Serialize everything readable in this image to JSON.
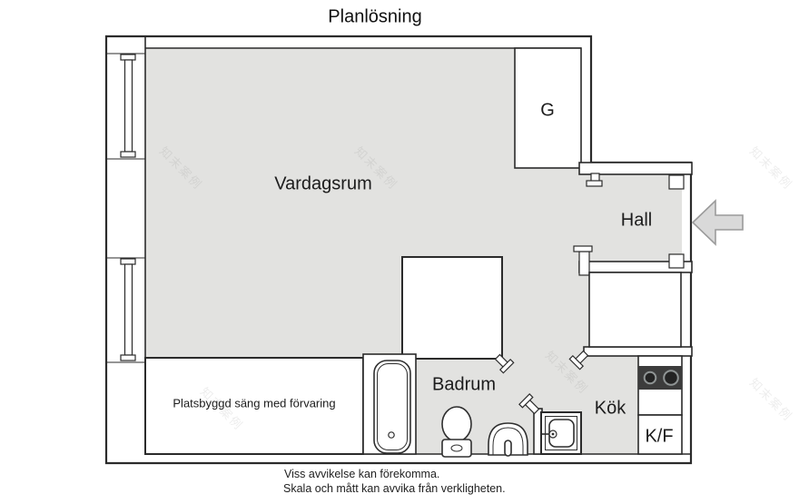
{
  "title": "Planlösning",
  "floor_plan": {
    "rooms": {
      "living_room": {
        "label": "Vardagsrum"
      },
      "closet": {
        "label": "G"
      },
      "hall": {
        "label": "Hall"
      },
      "bathroom": {
        "label": "Badrum"
      },
      "kitchen": {
        "label": "Kök"
      },
      "fridge_freezer": {
        "label": "K/F"
      },
      "bed_storage": {
        "label": "Platsbyggd säng med förvaring"
      }
    },
    "fixtures": [
      "bathtub",
      "toilet",
      "bathroom-sink",
      "kitchen-sink",
      "stove",
      "entrance-arrow",
      "window",
      "window"
    ],
    "colors": {
      "floor": "#e2e2e0",
      "wall_line": "#2b2b2b",
      "stove": "#3c3c3c",
      "arrow_fill": "#d9d9d9",
      "arrow_stroke": "#9b9b9b"
    }
  },
  "footer": {
    "line1": "Viss avvikelse kan förekomma.",
    "line2": "Skala och mått kan avvika från verkligheten."
  },
  "watermark": "知末案例"
}
